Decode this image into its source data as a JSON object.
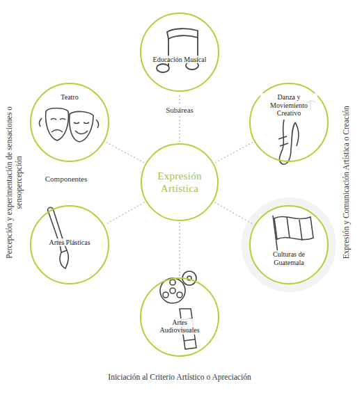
{
  "diagram": {
    "nodes": [
      {
        "text": [
          "Educación Musical"
        ]
      },
      {
        "text": [
          "Teatro"
        ]
      },
      {
        "text": [
          "Danza y Moviemiento Creativo"
        ]
      },
      {
        "text": [
          "Expresión Artística"
        ]
      },
      {
        "text": [
          "Artes Plásticas"
        ]
      },
      {
        "text": [
          "Culturas de Guatemala"
        ]
      },
      {
        "text": [
          "Artes Audiovisuales"
        ]
      }
    ],
    "edges": [
      {
        "from": 3,
        "to": 0,
        "arrow": "none"
      },
      {
        "from": 3,
        "to": 1,
        "arrow": "none"
      },
      {
        "from": 3,
        "to": 2,
        "arrow": "none"
      },
      {
        "from": 3,
        "to": 4,
        "arrow": "none"
      },
      {
        "from": 3,
        "to": 5,
        "arrow": "none"
      },
      {
        "from": 3,
        "to": 6,
        "arrow": "none"
      }
    ],
    "labels": [
      "Subáreas",
      "Componentes",
      "Percepción y experimentación de sensaciones o sensopercepción",
      "Expresión y Comunicación Artística o Creación",
      "Iniciación al Criterio Artístico o Apreciación"
    ]
  }
}
